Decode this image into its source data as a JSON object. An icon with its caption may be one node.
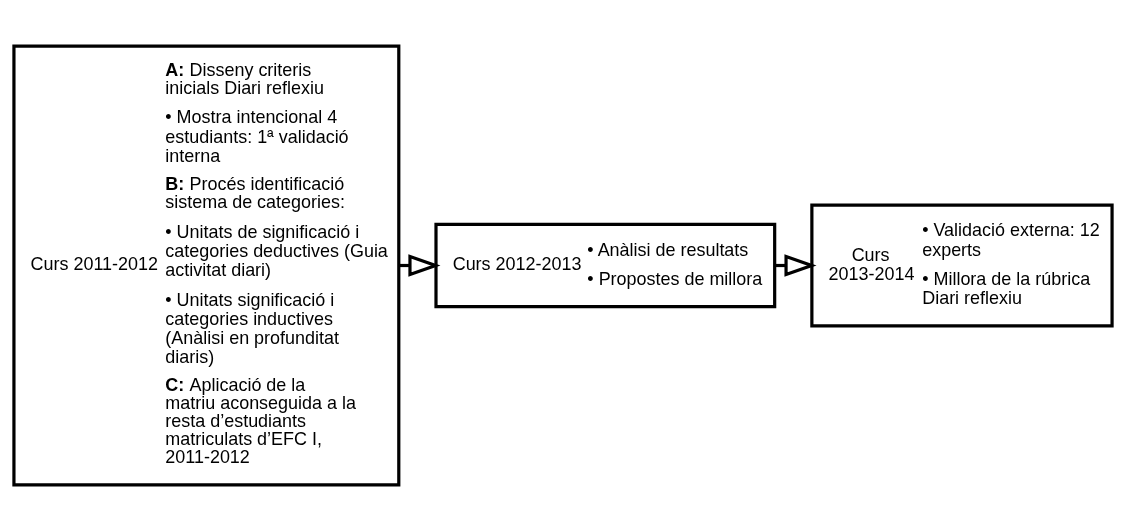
{
  "diagram": {
    "nodes": [
      {
        "text": [
          "Curs 2011-2012",
          "**A:** Disseny criteris inicials Diari reflexiu",
          "• Mostra intencional 4 estudiants: 1ª validació interna",
          "**B:** Procés identificació sistema de categories:",
          "• Unitats de significació i categories deductives (Guia activitat diari)",
          "• Unitats significació i categories inductives (Anàlisi en profunditat diaris)",
          "**C:** Aplicació de la matriu aconseguida a la resta d’estudiants matriculats d’EFC I, 2011-2012"
        ]
      },
      {
        "text": [
          "Curs 2012-2013",
          "• Anàlisi de resultats",
          "• Propostes de millora"
        ]
      },
      {
        "text": [
          "Curs 2013-2014",
          "• Validació externa: 12 experts",
          "• Millora de la rúbrica Diari reflexiu"
        ]
      }
    ],
    "edges": [
      {
        "from": 0,
        "to": 1,
        "arrow": "to"
      },
      {
        "from": 1,
        "to": 2,
        "arrow": "to"
      }
    ]
  }
}
